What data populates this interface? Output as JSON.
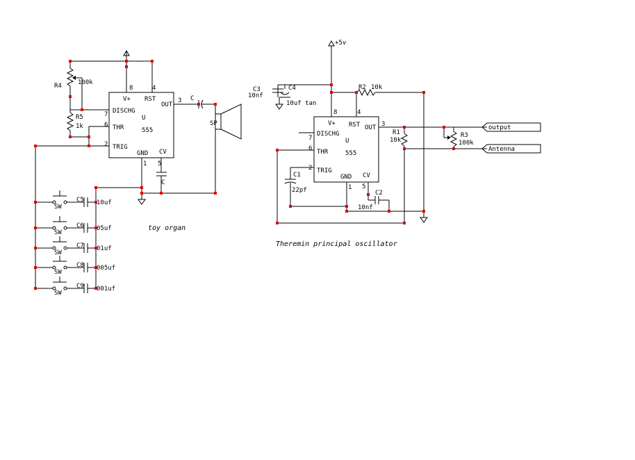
{
  "colors": {
    "wire": "#000000",
    "node": "#e00000",
    "background": "#ffffff"
  },
  "left_circuit": {
    "caption": "toy organ",
    "ic": {
      "pin8": "8",
      "pin4": "4",
      "vplus": "V+",
      "rst": "RST",
      "out": "OUT",
      "pin3": "3",
      "dischg": "DISCHG",
      "pin7": "7",
      "u": "U",
      "thr": "THR",
      "pin6": "6",
      "part": "555",
      "trig": "TRIG",
      "pin2": "2",
      "gnd": "GND",
      "cv": "CV",
      "pin1": "1",
      "pin5": "5"
    },
    "r4": {
      "ref": "R4",
      "value": "100k"
    },
    "r5": {
      "ref": "R5",
      "value": "1k"
    },
    "c_out": "C",
    "c_cv": "C",
    "speaker": "SP",
    "switches": [
      {
        "sw": "SW",
        "ref": "C5",
        "value": "10uf"
      },
      {
        "sw": "SW",
        "ref": "C6",
        "value": "05uf"
      },
      {
        "sw": "SW",
        "ref": "C7",
        "value": "01uf"
      },
      {
        "sw": "SW",
        "ref": "C8",
        "value": "005uf"
      },
      {
        "sw": "SW",
        "ref": "C9",
        "value": "001uf"
      }
    ]
  },
  "right_circuit": {
    "caption": "Theremin principal oscillator",
    "supply": "+5v",
    "c3": {
      "ref": "C3",
      "value": "10nf"
    },
    "c4": {
      "ref": "C4",
      "value": "10uf tan"
    },
    "r2": {
      "ref": "R2",
      "value": "10k"
    },
    "ic": {
      "pin8": "8",
      "pin4": "4",
      "vplus": "V+",
      "rst": "RST",
      "out": "OUT",
      "pin3": "3",
      "dischg": "DISCHG",
      "pin7": "7",
      "u": "U",
      "thr": "THR",
      "pin6": "6",
      "part": "555",
      "trig": "TRIG",
      "pin2": "2",
      "gnd": "GND",
      "cv": "CV",
      "pin1": "1",
      "pin5": "5"
    },
    "r1": {
      "ref": "R1",
      "value": "10k"
    },
    "r3": {
      "ref": "R3",
      "value": "100k"
    },
    "c1": {
      "ref": "C1",
      "value": "22pf"
    },
    "c2": {
      "ref": "C2",
      "value": "10nf"
    },
    "ports": {
      "output": "output",
      "antenna": "Antenna"
    }
  }
}
